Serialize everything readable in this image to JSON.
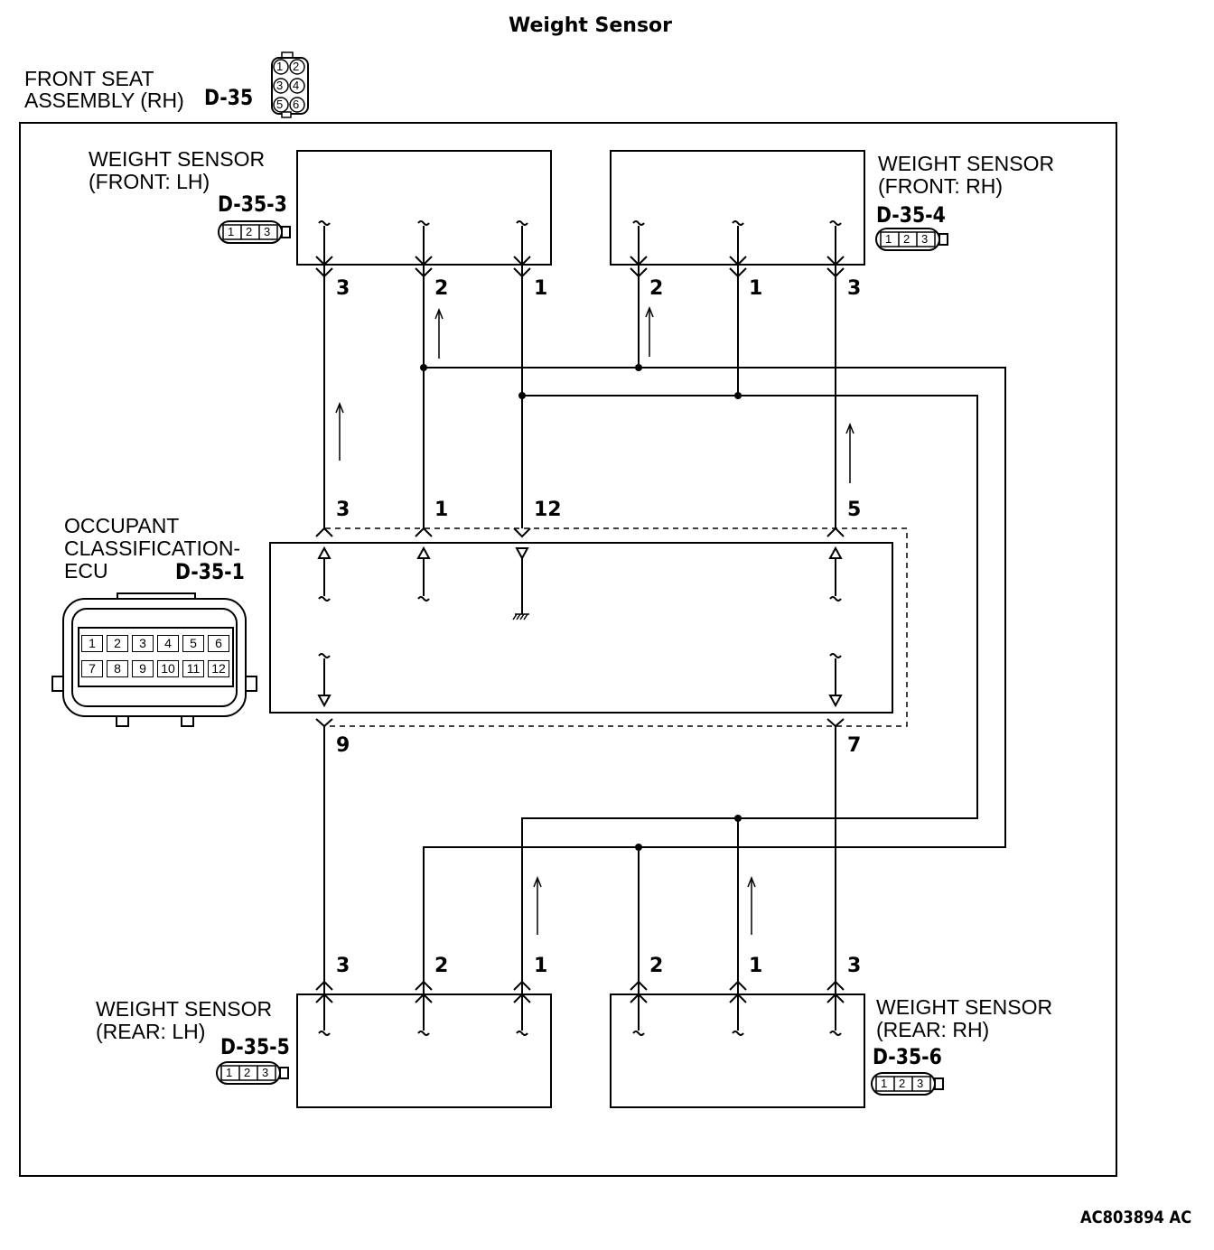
{
  "title": "Weight Sensor",
  "assembly": {
    "label_line1": "FRONT SEAT",
    "label_line2": "ASSEMBLY (RH)",
    "code": "D-35",
    "connector_pins": [
      "1",
      "2",
      "3",
      "4",
      "5",
      "6"
    ]
  },
  "sensors": {
    "front_lh": {
      "line1": "WEIGHT SENSOR",
      "line2": "(FRONT: LH)",
      "code": "D-35-3",
      "pins": [
        "3",
        "2",
        "1"
      ]
    },
    "front_rh": {
      "line1": "WEIGHT SENSOR",
      "line2": "(FRONT: RH)",
      "code": "D-35-4",
      "pins": [
        "2",
        "1",
        "3"
      ]
    },
    "rear_lh": {
      "line1": "WEIGHT SENSOR",
      "line2": "(REAR: LH)",
      "code": "D-35-5",
      "pins": [
        "3",
        "2",
        "1"
      ]
    },
    "rear_rh": {
      "line1": "WEIGHT SENSOR",
      "line2": "(REAR: RH)",
      "code": "D-35-6",
      "pins": [
        "2",
        "1",
        "3"
      ]
    }
  },
  "small_connector_pins": [
    "1",
    "2",
    "3"
  ],
  "ecu": {
    "line1": "OCCUPANT",
    "line2": "CLASSIFICATION-",
    "line3": "ECU",
    "code": "D-35-1",
    "top_pins": [
      "3",
      "1",
      "12",
      "5"
    ],
    "bottom_pins": [
      "9",
      "7"
    ],
    "connector_row1": [
      "1",
      "2",
      "3",
      "4",
      "5",
      "6"
    ],
    "connector_row2": [
      "7",
      "8",
      "9",
      "10",
      "11",
      "12"
    ]
  },
  "figure_code": "AC803894 AC"
}
